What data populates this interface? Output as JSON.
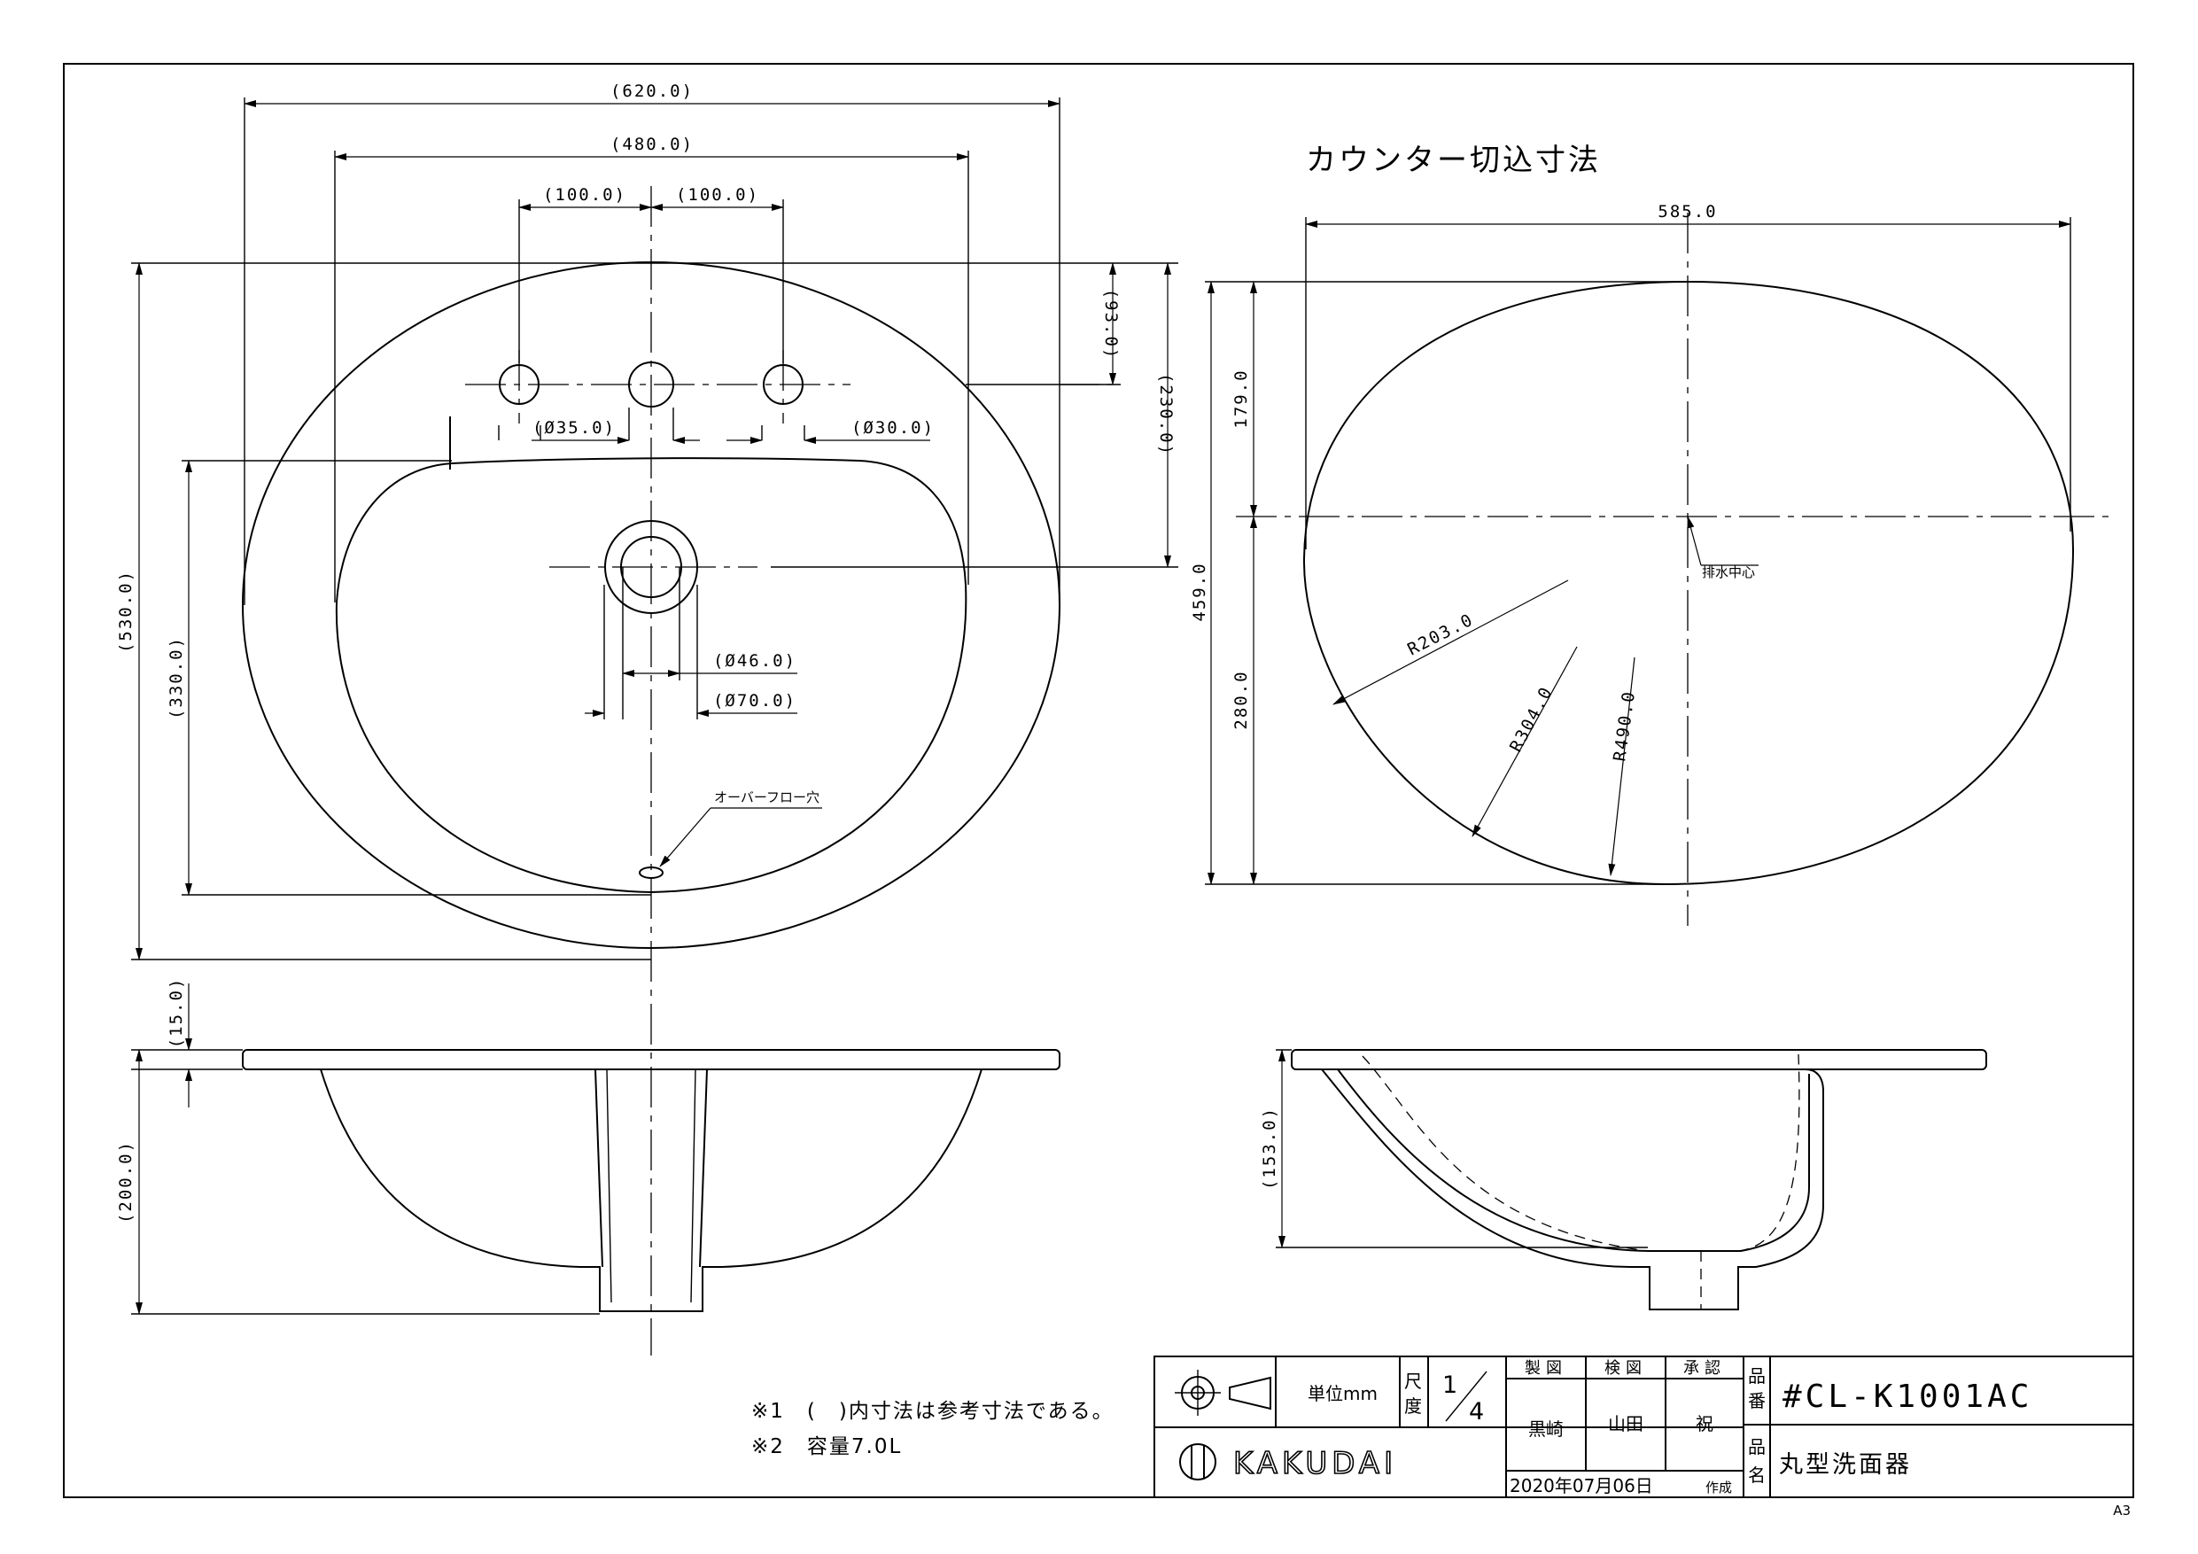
{
  "dimensions": {
    "overall_width": "(620.0)",
    "inner_width": "(480.0)",
    "hole_spacing_left": "(100.0)",
    "hole_spacing_right": "(100.0)",
    "hole_offset": "(93.0)",
    "faucet_depth": "(230.0)",
    "hole_dia_center": "(Ø35.0)",
    "hole_dia_side": "(Ø30.0)",
    "overall_depth": "(530.0)",
    "bowl_depth": "(330.0)",
    "drain_dia_inner": "(Ø46.0)",
    "drain_dia_outer": "(Ø70.0)",
    "rim_thickness": "(15.0)",
    "overall_height": "(200.0)"
  },
  "labels": {
    "overflow": "オーバーフロー穴",
    "drain_center": "排水中心",
    "counter_cutout_title": "カウンター切込寸法"
  },
  "cutout": {
    "width": "585.0",
    "front": "179.0",
    "depth": "459.0",
    "back": "280.0",
    "r1": "R203.0",
    "r2": "R304.0",
    "r3": "R490.0",
    "side_height": "(153.0)"
  },
  "notes": [
    "※1　(　)内寸法は参考寸法である。",
    "※2　容量7.0L"
  ],
  "title_block": {
    "unit_label": "単位mm",
    "scale_label_1": "尺",
    "scale_label_2": "度",
    "scale_num": "1",
    "scale_den": "4",
    "drawn_label": "製図",
    "checked_label": "検図",
    "approved_label": "承認",
    "drawn_by": "黒崎",
    "checked_by": "山田",
    "approved_by": "祝",
    "part_no_label_1": "品",
    "part_no_label_2": "番",
    "part_no": "#CL-K1001AC",
    "name_label_1": "品",
    "name_label_2": "名",
    "product_name": "丸型洗面器",
    "company": "KAKUDAI",
    "date": "2020年07月06日",
    "created": "作成",
    "sheet_size": "A3"
  }
}
